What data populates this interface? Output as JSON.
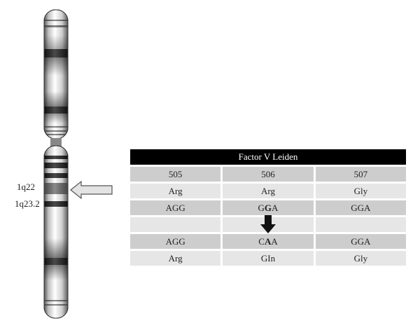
{
  "band_labels": {
    "q22": "1q22",
    "q23_2": "1q23.2"
  },
  "table": {
    "title": "Factor V Leiden",
    "positions": [
      "505",
      "506",
      "507"
    ],
    "wild_amino_acids": [
      "Arg",
      "Arg",
      "Gly"
    ],
    "wild_codons": {
      "c505": "AGG",
      "c506": {
        "pre": "G",
        "bold": "G",
        "post": "A"
      },
      "c507": "GGA"
    },
    "mutant_codons": {
      "c505": "AGG",
      "c506": {
        "pre": "C",
        "bold": "A",
        "post": "A"
      },
      "c507": "GGA"
    },
    "mutant_amino_acids": [
      "Arg",
      "GIn",
      "Gly"
    ]
  },
  "icons": [
    "hollow-left-arrow-icon",
    "down-arrow-icon"
  ],
  "colors": {
    "header_bg": "#000000",
    "row_dark": "#cdcdcd",
    "row_light": "#e6e6e6"
  }
}
